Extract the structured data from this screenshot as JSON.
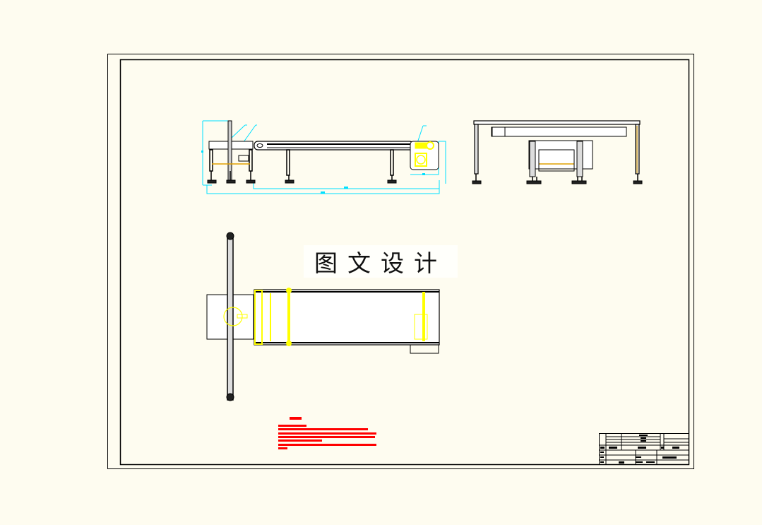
{
  "watermark": {
    "text": "图文设计"
  },
  "colors": {
    "background": "#fefcf0",
    "frame": "#000000",
    "dimension": "#00e0ff",
    "highlight": "#ffff00",
    "notes": "#ff0000",
    "accent": "#e0a000"
  },
  "views": [
    "front-view",
    "side-view",
    "top-view"
  ]
}
